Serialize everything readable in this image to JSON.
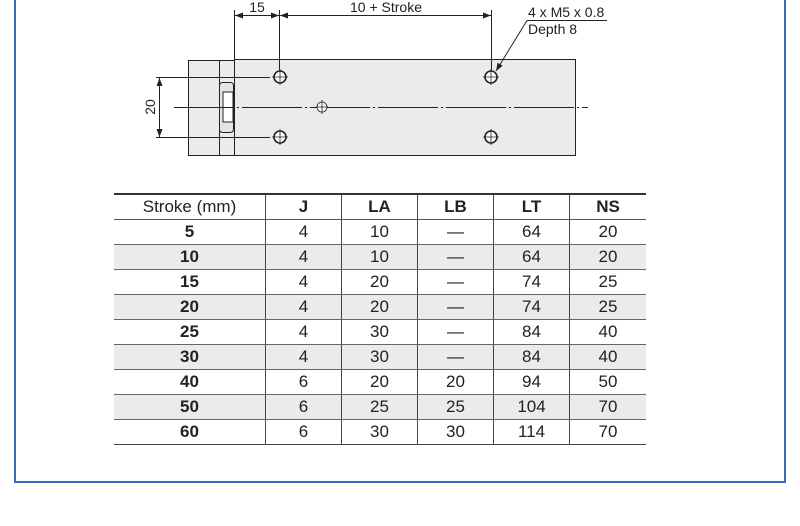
{
  "drawing": {
    "dim_offset": "15",
    "dim_pitch": "10 + Stroke",
    "dim_height": "20",
    "thread_note_1": "4 x M5 x 0.8",
    "thread_note_2": "Depth 8"
  },
  "table": {
    "headers": [
      "Stroke (mm)",
      "J",
      "LA",
      "LB",
      "LT",
      "NS"
    ],
    "rows": [
      [
        "5",
        "4",
        "10",
        "—",
        "64",
        "20"
      ],
      [
        "10",
        "4",
        "10",
        "—",
        "64",
        "20"
      ],
      [
        "15",
        "4",
        "20",
        "—",
        "74",
        "25"
      ],
      [
        "20",
        "4",
        "20",
        "—",
        "74",
        "25"
      ],
      [
        "25",
        "4",
        "30",
        "—",
        "84",
        "40"
      ],
      [
        "30",
        "4",
        "30",
        "—",
        "84",
        "40"
      ],
      [
        "40",
        "6",
        "20",
        "20",
        "94",
        "50"
      ],
      [
        "50",
        "6",
        "25",
        "25",
        "104",
        "70"
      ],
      [
        "60",
        "6",
        "30",
        "30",
        "114",
        "70"
      ]
    ]
  },
  "colors": {
    "frame": "#3a6db5",
    "alt_row": "#ebebeb",
    "body_fill": "#ebebeb"
  }
}
